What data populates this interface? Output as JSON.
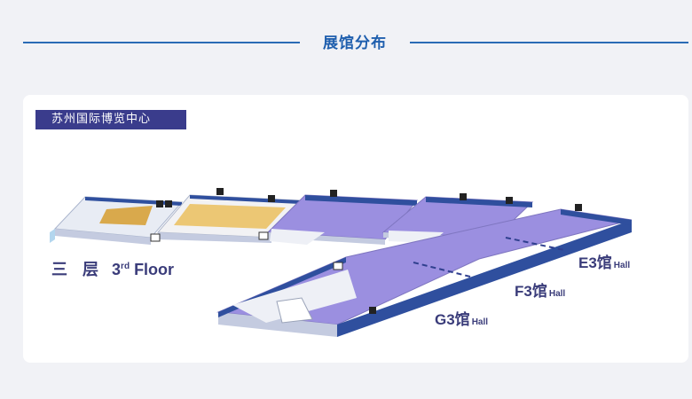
{
  "header": {
    "title": "展馆分布"
  },
  "venue": {
    "name": "苏州国际博览中心"
  },
  "floor": {
    "name_cn": "三 层",
    "number": "3",
    "ordinal_suffix": "rd",
    "word": "Floor"
  },
  "halls": [
    {
      "id": "E3",
      "name": "E3馆",
      "suffix": "Hall"
    },
    {
      "id": "F3",
      "name": "F3馆",
      "suffix": "Hall"
    },
    {
      "id": "G3",
      "name": "G3馆",
      "suffix": "Hall"
    }
  ],
  "colors": {
    "accent": "#2a6bb5",
    "wall": "#2f4f9e",
    "hall_floor": "#9b8fe0",
    "gold_zone": "#e9c26d",
    "label": "#3a3c7a"
  },
  "icons": [
    "restroom-icon",
    "escalator-icon",
    "elevator-icon",
    "stairs-icon"
  ]
}
